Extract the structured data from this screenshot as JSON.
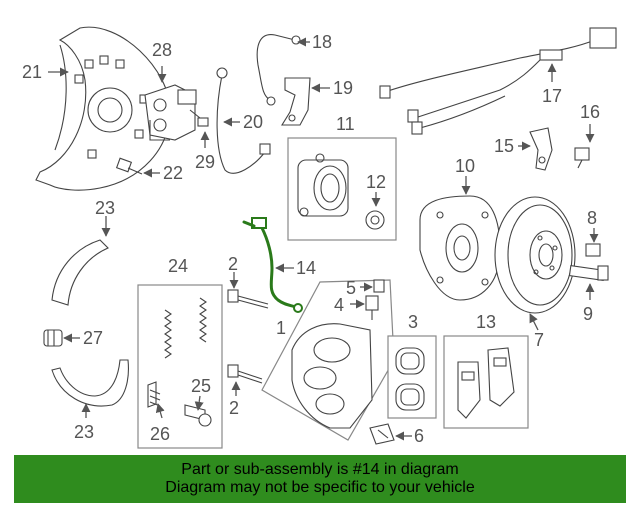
{
  "callouts": {
    "c1": "1",
    "c2a": "2",
    "c2b": "2",
    "c3": "3",
    "c4": "4",
    "c5": "5",
    "c6": "6",
    "c7": "7",
    "c8": "8",
    "c9": "9",
    "c10": "10",
    "c11": "11",
    "c12": "12",
    "c13": "13",
    "c14": "14",
    "c15": "15",
    "c16": "16",
    "c17": "17",
    "c18": "18",
    "c19": "19",
    "c20": "20",
    "c21": "21",
    "c22": "22",
    "c23a": "23",
    "c23b": "23",
    "c24": "24",
    "c25": "25",
    "c26": "26",
    "c27": "27",
    "c28": "28",
    "c29": "29"
  },
  "banner": {
    "line1": "Part or sub-assembly is #14 in diagram",
    "line2": "Diagram may not be specific to your vehicle"
  },
  "colors": {
    "highlight": "#2a7a1a",
    "banner_bg": "#2f8c1e",
    "line": "#555555"
  }
}
